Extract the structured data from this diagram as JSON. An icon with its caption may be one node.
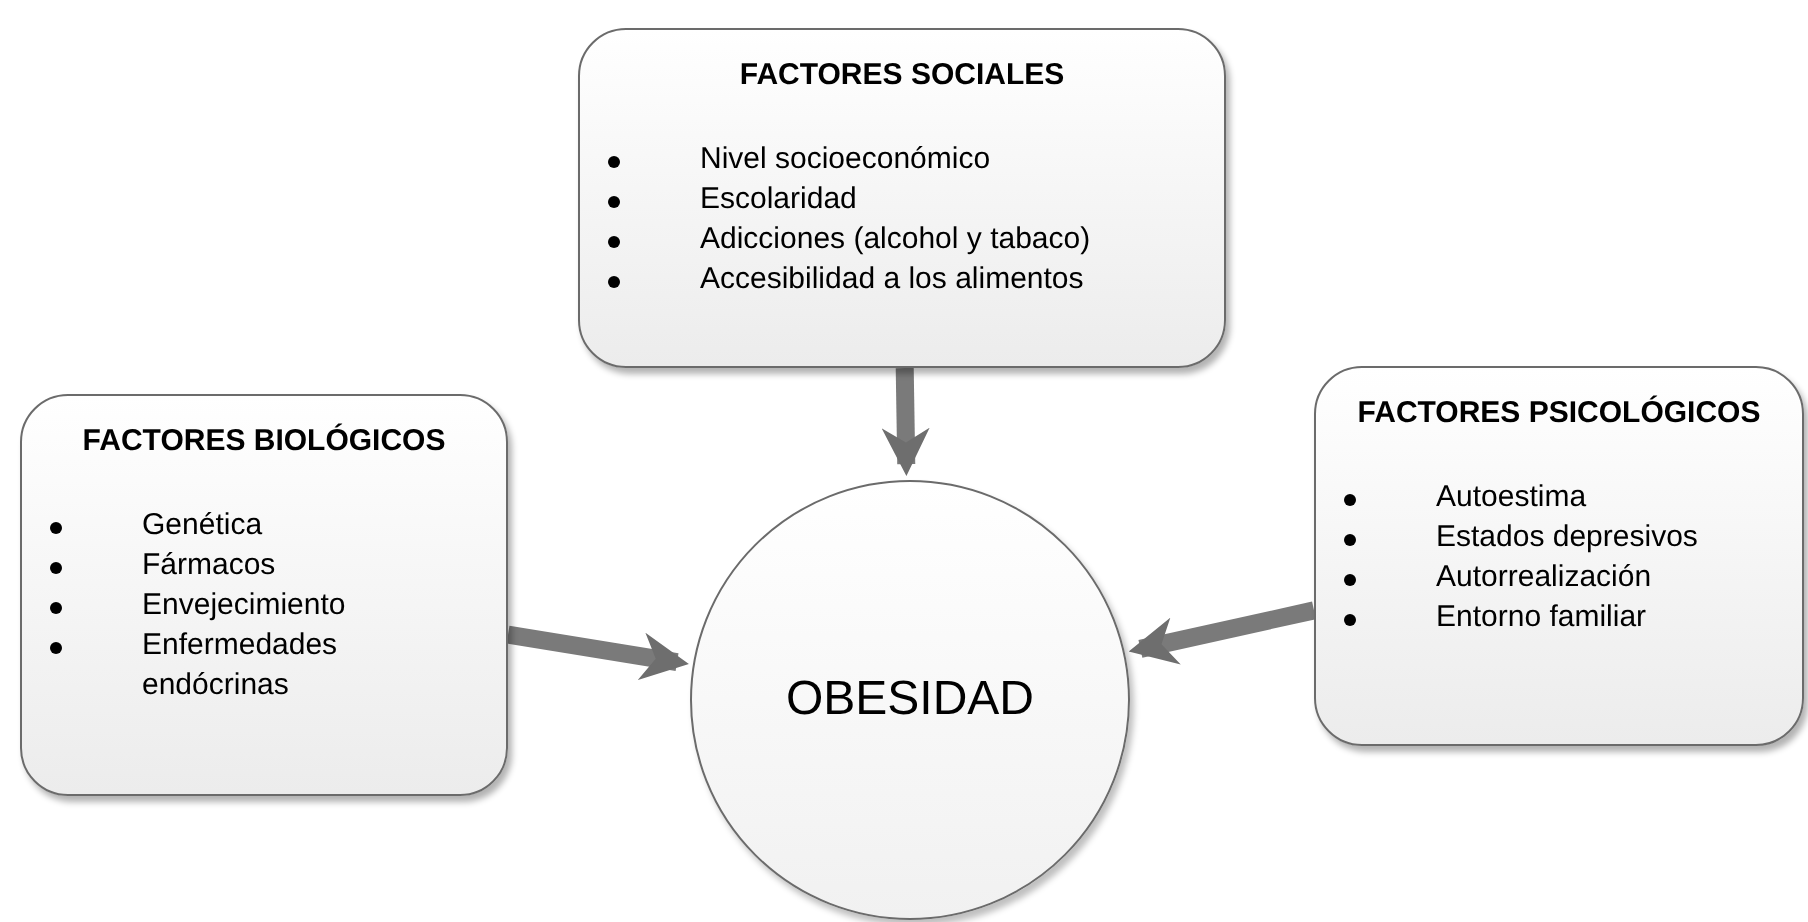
{
  "diagram": {
    "nodes": [
      {
        "text": [
          "FACTORES SOCIALES",
          "Nivel socioeconómico",
          "Escolaridad",
          "Adicciones (alcohol y tabaco)",
          "Accesibilidad a los alimentos"
        ]
      },
      {
        "text": [
          "FACTORES BIOLÓGICOS",
          "Genética",
          "Fármacos",
          "Envejecimiento",
          "Enfermedades endócrinas"
        ]
      },
      {
        "text": [
          "FACTORES PSICOLÓGICOS",
          "Autoestima",
          "Estados depresivos",
          "Autorrealización",
          "Entorno familiar"
        ]
      },
      {
        "text": [
          "OBESIDAD"
        ]
      }
    ],
    "edges": [
      {
        "from": 0,
        "to": 3,
        "arrow": "to"
      },
      {
        "from": 1,
        "to": 3,
        "arrow": "to"
      },
      {
        "from": 2,
        "to": 3,
        "arrow": "to"
      }
    ]
  }
}
